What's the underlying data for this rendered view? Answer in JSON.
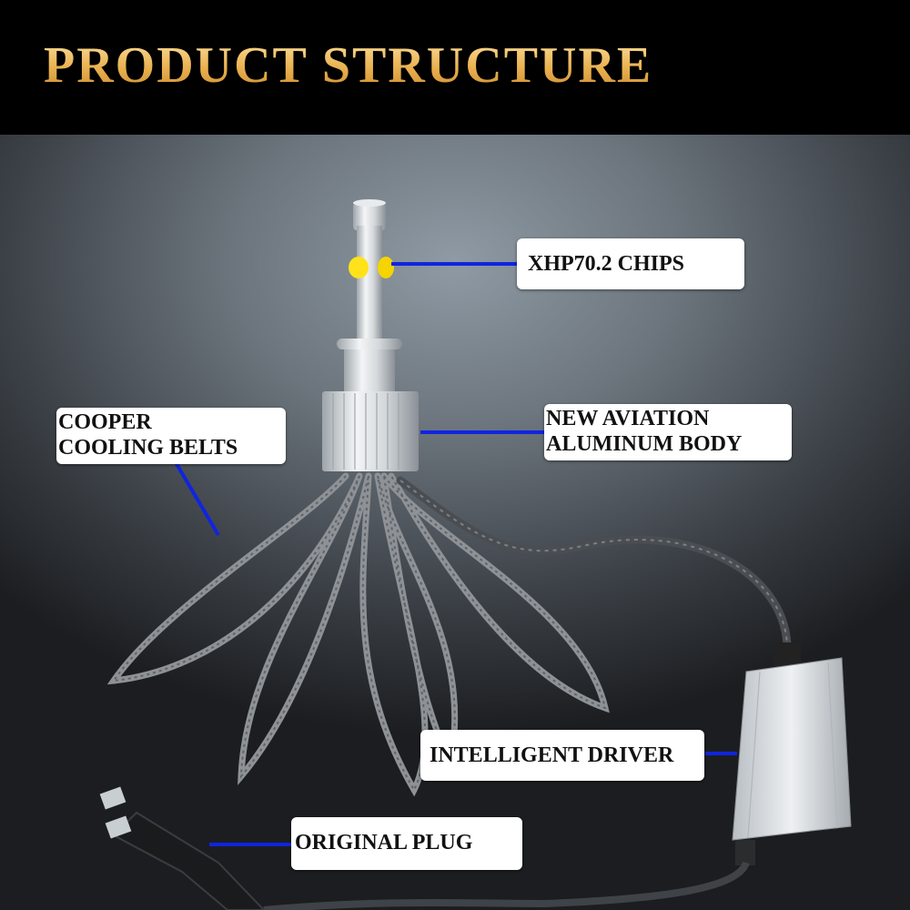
{
  "header": {
    "title": "PRODUCT STRUCTURE"
  },
  "labels": {
    "chips": "XHP70.2 CHIPS",
    "body_line1": "NEW AVIATION",
    "body_line2": "ALUMINUM BODY",
    "belts_line1": "COOPER",
    "belts_line2": "COOLING BELTS",
    "driver": "INTELLIGENT DRIVER",
    "plug": "ORIGINAL PLUG"
  },
  "colors": {
    "title_gold": "#f2c466",
    "leader_line": "#1024e0",
    "chip_yellow": "#ffe21a"
  }
}
